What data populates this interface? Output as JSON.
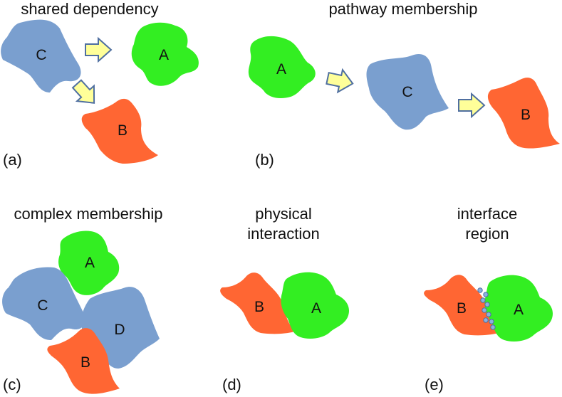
{
  "titles": {
    "shared": "shared dependency",
    "pathway": "pathway membership",
    "complex": "complex membership",
    "physical_1": "physical",
    "physical_2": "interaction",
    "interface_1": "interface",
    "interface_2": "region"
  },
  "panel_labels": {
    "a": "(a)",
    "b": "(b)",
    "c": "(c)",
    "d": "(d)",
    "e": "(e)"
  },
  "nodes": {
    "a_C": "C",
    "a_A": "A",
    "a_B": "B",
    "b_A": "A",
    "b_C": "C",
    "b_B": "B",
    "c_A": "A",
    "c_C": "C",
    "c_D": "D",
    "c_B": "B",
    "d_B": "B",
    "d_A": "A",
    "e_B": "B",
    "e_A": "A"
  },
  "colors": {
    "green": "#33ee22",
    "blue": "#7a9fcf",
    "orange": "#ff6633",
    "arrow_fill": "#ffff99",
    "arrow_stroke": "#4f6fa0",
    "interface_dots": "#8ab0e0"
  }
}
